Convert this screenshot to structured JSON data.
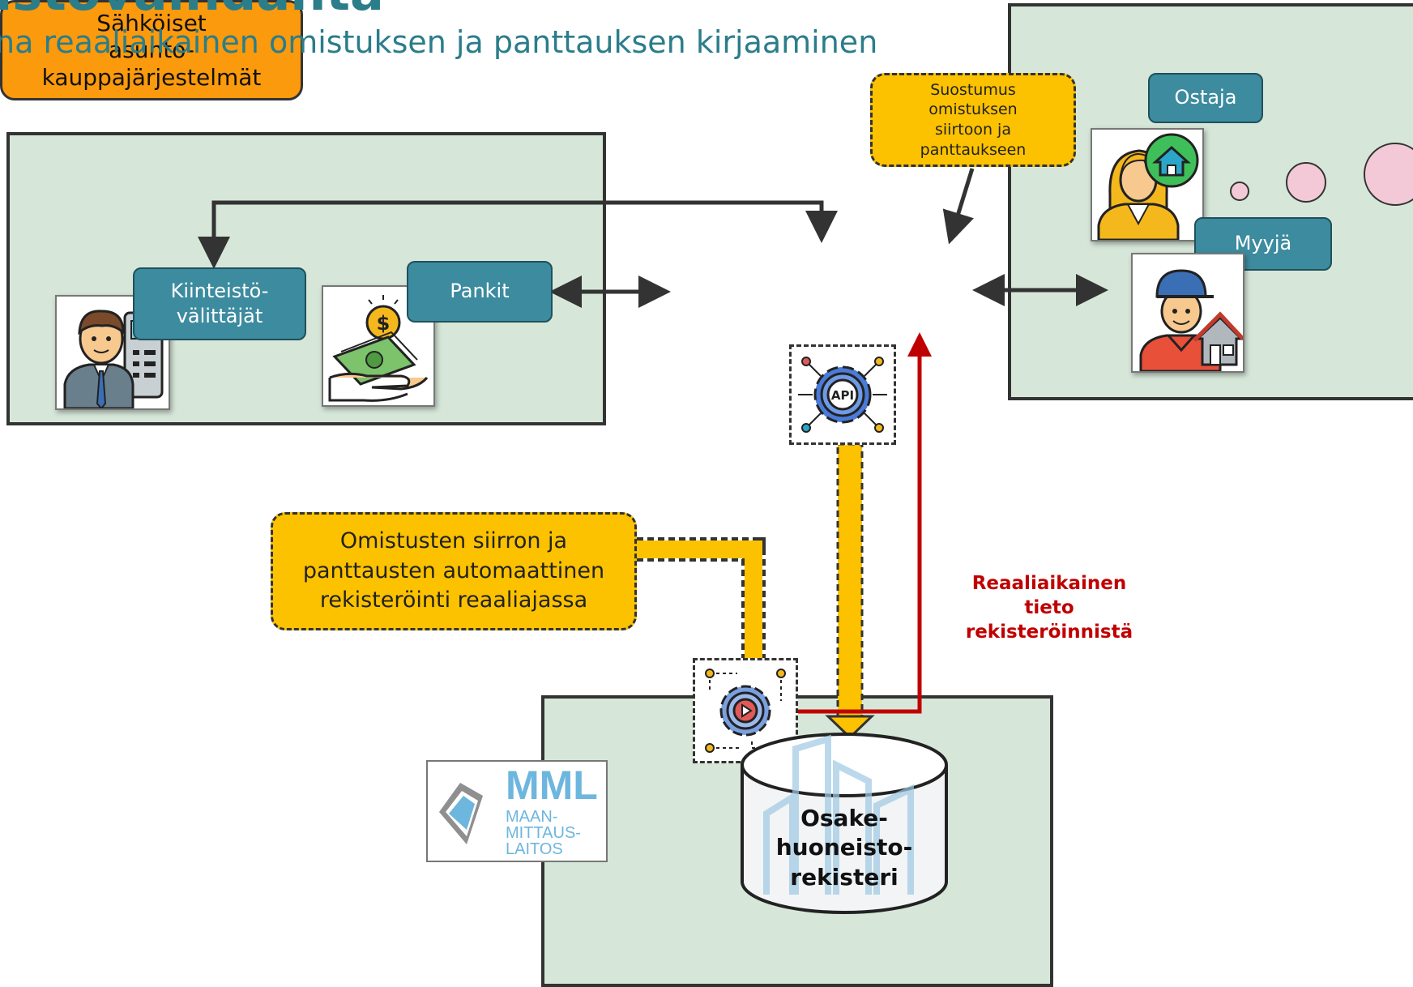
{
  "header": {
    "title": "istövaihdanta",
    "subtitle": "na reaaliaikainen omistuksen ja panttauksen kirjaaminen"
  },
  "actors": {
    "kiinteistovalittajat": "Kiinteistö-\nvälittäjät",
    "pankit": "Pankit",
    "ostaja": "Ostaja",
    "myyja": "Myyjä"
  },
  "system": {
    "label": "Sähköiset\nasunto-\nkauppajärjestelmät"
  },
  "notes": {
    "consent": "Suostumus\nomistuksen\nsiirtoon ja\npanttaukseen",
    "registration": "Omistusten siirron ja\npanttausten automaattinen\nrekisteröinti reaaliajassa",
    "realtime": "Reaaliaikainen\ntieto\nrekisteröinnistä"
  },
  "api_icon": {
    "text": "API"
  },
  "register": {
    "label": "Osake-\nhuoneisto-\nrekisteri"
  },
  "mml_logo": {
    "big": "MML",
    "line1": "MAAN-",
    "line2": "MITTAUS-",
    "line3": "LAITOS"
  },
  "colors": {
    "panel": "#d6e7d9",
    "label": "#3d8b9f",
    "note": "#fcc200",
    "system": "#fb9a0c",
    "red": "#c00000",
    "title": "#2b7d8a"
  },
  "icons": [
    "real-estate-agent-icon",
    "money-hand-icon",
    "buyer-woman-icon",
    "seller-man-icon",
    "api-gear-icon",
    "automation-gear-icon",
    "database-icon",
    "mml-logo"
  ]
}
